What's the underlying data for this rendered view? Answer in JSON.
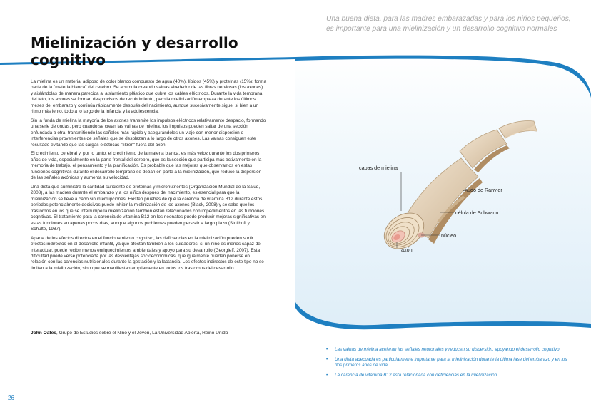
{
  "left_page": {
    "title": "Mielinización y desarrollo cognitivo",
    "paragraphs": [
      "La mielina es un material adiposo de color blanco compuesto de agua (40%), lípidos (45%) y proteínas (15%); forma parte de la \"materia blanca\" del cerebro. Se acumula creando vainas alrededor de las fibras nerviosas (los axones) y aislándolas de manera parecida al aislamiento plástico que cubre los cables eléctricos. Durante la vida temprana del feto, los axones se forman desprovistos de recubrimiento, pero la mielinización empieza durante los últimos meses del embarazo y continúa rápidamente después del nacimiento, aunque sucesivamente sigue, si bien a un ritmo más lento, todo a lo largo de la infancia y la adolescencia.",
      "Sin la funda de mielina la mayoría de los axones transmite los impulsos eléctricos relativamente despacio, formando una serie de ondas, pero cuando se crean las vainas de mielina, los impulsos pueden saltar de una sección enfundada a otra, transmitiendo las señales más rápido y asegurándoles un viaje con menor dispersión o interferencias provenientes de señales que se desplazan a lo largo de otros axones. Las vainas consiguen este resultado evitando que las cargas eléctricas \"filtren\" fuera del axón.",
      "El crecimiento cerebral y, por lo tanto, el crecimiento de la materia blanca, es más veloz durante los dos primeros años de vida, especialmente en la parte frontal del cerebro, que es la sección que participa más activamente en la memoria de trabajo, el pensamiento y la planificación. Es probable que las mejoras que observamos en estas funciones cognitivas durante el desarrollo temprano se deban en parte a la mielinización, que reduce la dispersión de las señales axónicas y aumenta su velocidad.",
      "Una dieta que suministre la cantidad suficiente de proteínas y micronutrientes (Organización Mundial de la Salud, 2008), a las madres durante el embarazo y a los niños después del nacimiento, es esencial para que la mielinización se lleve a cabo sin interrupciones. Existen pruebas de que la carencia de vitamina B12 durante estos periodos potencialmente decisivos puede inhibir la mielinización de los axones (Black, 2008) y se sabe que los trastornos en los que se interrumpe la mielinización también están relacionados con impedimentos en las funciones cognitivas. El tratamiento para la carencia de vitamina B12 en los neonatos puede producir mejoras significativas en estas funciones en apenas pocos días, aunque algunos problemas pueden persistir a largo plazo (Stollhoff y Schulte, 1987).",
      "Aparte de los efectos directos en el funcionamiento cognitivo, las deficiencias en la mielinización pueden surtir efectos indirectos en el desarrollo infantil, ya que afectan también a los cuidadores; si un niño es menos capaz de interactuar, puede recibir menos enriquecimientos ambientales y apoyo para su desarrollo (Georgieff, 2007). Esta dificultad puede verse potenciada por las desventajas socioeconómicas, que igualmente pueden ponerse en relación con las carencias nutricionales durante la gestación y la lactancia. Los efectos indirectos de este tipo no se limitan a la mielinización, sino que se manifiestan ampliamente en todos los trastornos del desarrollo."
    ],
    "author_name": "John Oates",
    "author_affiliation": ", Grupo de Estudios sobre el Niño y el Joven, La Universidad Abierta, Reino Unido",
    "page_number": "26"
  },
  "right_page": {
    "quote": "Una buena dieta, para las madres embarazadas y para los niños pequeños, es importante para una mielinización y un desarrollo cognitivo normales",
    "figure_labels": {
      "myelin": "capas de mielina",
      "ranvier": "nudo de Ranvier",
      "schwann": "célula de Schwann",
      "nucleus": "núcleo",
      "axon": "axón"
    },
    "bullets": [
      "Las vainas de mielina aceleran las señales neuronales y reducen su dispersión, apoyando el desarrollo cognitivo.",
      "Una dieta adecuada es particularmente importante para la mielinización durante la última fase del embarazo y en los dos primeros años de vida.",
      "La carencia de vitamina B12 está relacionada con deficiencias en la mielinización."
    ],
    "bullet_symbol": "•"
  },
  "colors": {
    "accent_blue": "#1e7fc1",
    "panel_background": "#e9f4fb",
    "quote_grey": "#a7a7a7",
    "nerve_tissue": "#e8d7bf"
  }
}
